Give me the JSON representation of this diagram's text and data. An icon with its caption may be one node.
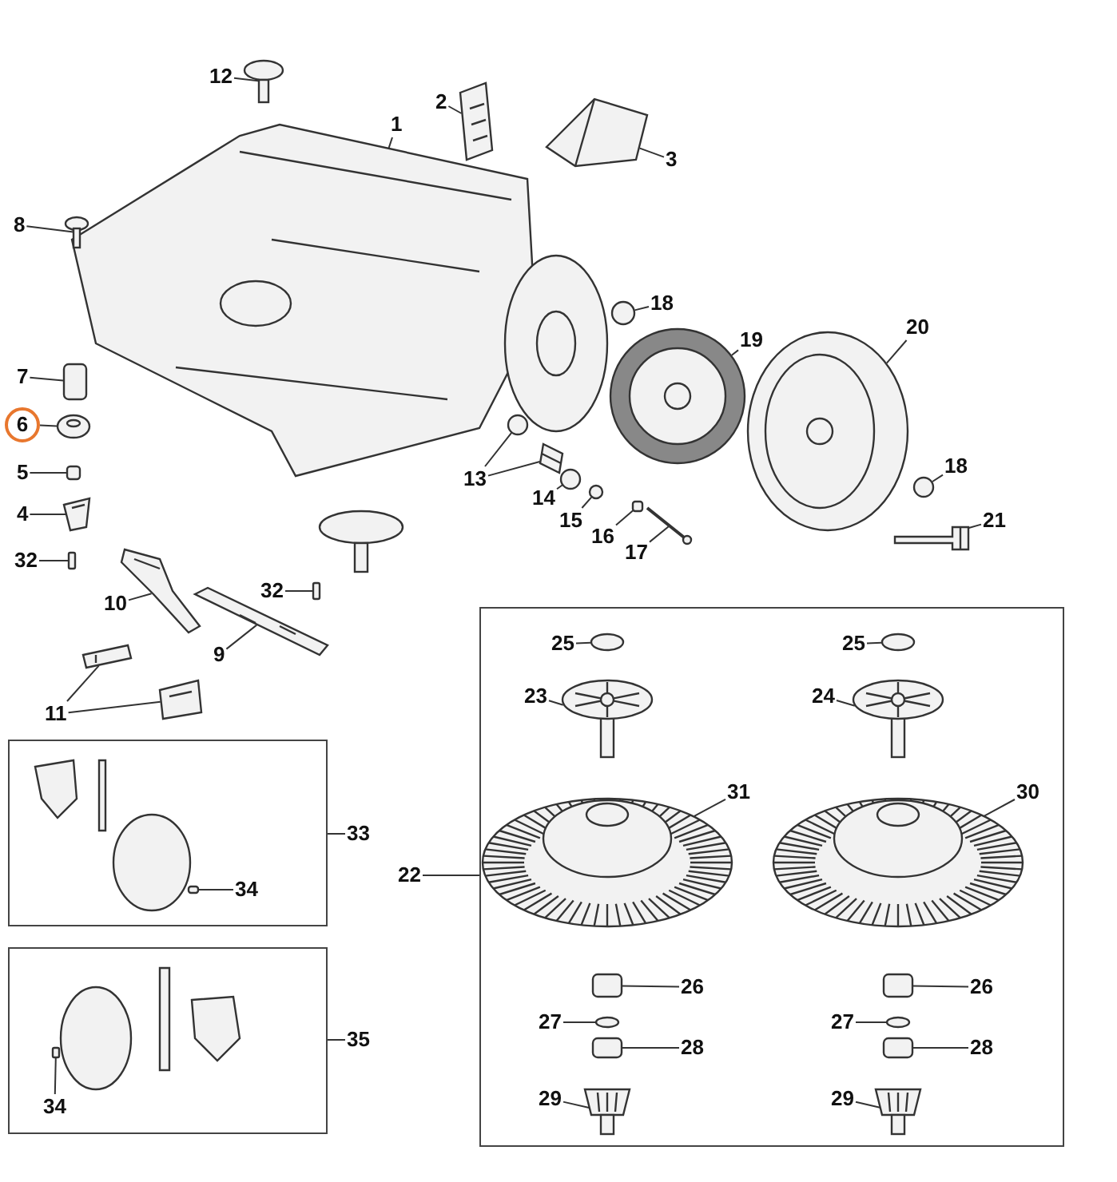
{
  "diagram": {
    "nodes": [
      {
        "text": [
          "12"
        ]
      },
      {
        "text": [
          "2"
        ]
      },
      {
        "text": [
          "3"
        ]
      },
      {
        "text": [
          "1"
        ]
      },
      {
        "text": [
          "8"
        ]
      },
      {
        "text": [
          "18"
        ]
      },
      {
        "text": [
          "19"
        ]
      },
      {
        "text": [
          "20"
        ]
      },
      {
        "text": [
          "7"
        ]
      },
      {
        "text": [
          "6"
        ]
      },
      {
        "text": [
          "5"
        ]
      },
      {
        "text": [
          "13"
        ]
      },
      {
        "text": [
          "14"
        ]
      },
      {
        "text": [
          "15"
        ]
      },
      {
        "text": [
          "18"
        ]
      },
      {
        "text": [
          "21"
        ]
      },
      {
        "text": [
          "4"
        ]
      },
      {
        "text": [
          "16"
        ]
      },
      {
        "text": [
          "17"
        ]
      },
      {
        "text": [
          "32"
        ]
      },
      {
        "text": [
          "32"
        ]
      },
      {
        "text": [
          "10"
        ]
      },
      {
        "text": [
          "9"
        ]
      },
      {
        "text": [
          "11"
        ]
      },
      {
        "text": [],
        "shape": "box"
      },
      {
        "text": [
          "25"
        ],
        "in": 24
      },
      {
        "text": [
          "25"
        ],
        "in": 24
      },
      {
        "text": [
          "23"
        ],
        "in": 24
      },
      {
        "text": [
          "24"
        ],
        "in": 24
      },
      {
        "text": [
          "31"
        ],
        "in": 24
      },
      {
        "text": [
          "30"
        ],
        "in": 24
      },
      {
        "text": [
          "26"
        ],
        "in": 24
      },
      {
        "text": [
          "26"
        ],
        "in": 24
      },
      {
        "text": [
          "27"
        ],
        "in": 24
      },
      {
        "text": [
          "27"
        ],
        "in": 24
      },
      {
        "text": [
          "28"
        ],
        "in": 24
      },
      {
        "text": [
          "28"
        ],
        "in": 24
      },
      {
        "text": [
          "29"
        ],
        "in": 24
      },
      {
        "text": [
          "29"
        ],
        "in": 24
      },
      {
        "text": [],
        "shape": "box"
      },
      {
        "text": [
          "34"
        ],
        "in": 39
      },
      {
        "text": [],
        "shape": "box"
      },
      {
        "text": [
          "34"
        ],
        "in": 41
      },
      {
        "text": [
          "33"
        ]
      },
      {
        "text": [
          "35"
        ]
      },
      {
        "text": [
          "22"
        ]
      },
      {
        "text": [],
        "shape": "picture"
      },
      {
        "text": [],
        "shape": "picture"
      },
      {
        "text": [],
        "shape": "picture"
      },
      {
        "text": [],
        "shape": "picture"
      },
      {
        "text": [],
        "shape": "picture"
      },
      {
        "text": [],
        "shape": "circle"
      },
      {
        "text": [],
        "shape": "picture"
      },
      {
        "text": [],
        "shape": "picture"
      },
      {
        "text": [],
        "shape": "box"
      },
      {
        "text": [],
        "shape": "picture"
      },
      {
        "text": [],
        "shape": "box"
      },
      {
        "text": [],
        "shape": "circle"
      },
      {
        "text": [],
        "shape": "picture"
      },
      {
        "text": [],
        "shape": "circle"
      },
      {
        "text": [],
        "shape": "circle"
      },
      {
        "text": [],
        "shape": "circle"
      },
      {
        "text": [],
        "shape": "picture"
      },
      {
        "text": [],
        "shape": "picture"
      },
      {
        "text": [],
        "shape": "box"
      },
      {
        "text": [],
        "shape": "picture"
      },
      {
        "text": [],
        "shape": "box"
      },
      {
        "text": [],
        "shape": "box"
      },
      {
        "text": [],
        "shape": "picture"
      },
      {
        "text": [],
        "shape": "picture"
      },
      {
        "text": [],
        "shape": "picture"
      },
      {
        "text": [],
        "shape": "picture"
      },
      {
        "text": [],
        "shape": "circle",
        "in": 24
      },
      {
        "text": [],
        "shape": "circle",
        "in": 24
      },
      {
        "text": [],
        "shape": "picture",
        "in": 24
      },
      {
        "text": [],
        "shape": "picture",
        "in": 24
      },
      {
        "text": [],
        "shape": "picture",
        "in": 24
      },
      {
        "text": [],
        "shape": "picture",
        "in": 24
      },
      {
        "text": [],
        "shape": "box",
        "in": 24
      },
      {
        "text": [],
        "shape": "box",
        "in": 24
      },
      {
        "text": [],
        "shape": "circle",
        "in": 24
      },
      {
        "text": [],
        "shape": "circle",
        "in": 24
      },
      {
        "text": [],
        "shape": "box",
        "in": 24
      },
      {
        "text": [],
        "shape": "box",
        "in": 24
      },
      {
        "text": [],
        "shape": "picture",
        "in": 24
      },
      {
        "text": [],
        "shape": "picture",
        "in": 24
      },
      {
        "text": [],
        "shape": "box",
        "in": 39
      },
      {
        "text": [],
        "shape": "box",
        "in": 41
      }
    ],
    "edges": [
      {
        "from": 0,
        "to": 46,
        "arrow": "none"
      },
      {
        "from": 1,
        "to": 47,
        "arrow": "none"
      },
      {
        "from": 2,
        "to": 48,
        "arrow": "none"
      },
      {
        "from": 3,
        "to": 49,
        "arrow": "none"
      },
      {
        "from": 4,
        "to": 50,
        "arrow": "none"
      },
      {
        "from": 5,
        "to": 51,
        "arrow": "none"
      },
      {
        "from": 6,
        "to": 52,
        "arrow": "none"
      },
      {
        "from": 7,
        "to": 53,
        "arrow": "none"
      },
      {
        "from": 8,
        "to": 54,
        "arrow": "none"
      },
      {
        "from": 9,
        "to": 55,
        "arrow": "none"
      },
      {
        "from": 10,
        "to": 56,
        "arrow": "none"
      },
      {
        "from": 11,
        "to": 57,
        "arrow": "none"
      },
      {
        "from": 11,
        "to": 58,
        "arrow": "none"
      },
      {
        "from": 12,
        "to": 59,
        "arrow": "none"
      },
      {
        "from": 13,
        "to": 60,
        "arrow": "none"
      },
      {
        "from": 14,
        "to": 61,
        "arrow": "none"
      },
      {
        "from": 15,
        "to": 62,
        "arrow": "none"
      },
      {
        "from": 16,
        "to": 63,
        "arrow": "none"
      },
      {
        "from": 17,
        "to": 64,
        "arrow": "none"
      },
      {
        "from": 18,
        "to": 65,
        "arrow": "none"
      },
      {
        "from": 19,
        "to": 66,
        "arrow": "none"
      },
      {
        "from": 20,
        "to": 67,
        "arrow": "none"
      },
      {
        "from": 21,
        "to": 68,
        "arrow": "none"
      },
      {
        "from": 22,
        "to": 69,
        "arrow": "none"
      },
      {
        "from": 23,
        "to": 70,
        "arrow": "none"
      },
      {
        "from": 23,
        "to": 71,
        "arrow": "none"
      },
      {
        "from": 25,
        "to": 72,
        "arrow": "none"
      },
      {
        "from": 26,
        "to": 73,
        "arrow": "none"
      },
      {
        "from": 27,
        "to": 74,
        "arrow": "none"
      },
      {
        "from": 28,
        "to": 75,
        "arrow": "none"
      },
      {
        "from": 29,
        "to": 76,
        "arrow": "none"
      },
      {
        "from": 30,
        "to": 77,
        "arrow": "none"
      },
      {
        "from": 31,
        "to": 78,
        "arrow": "none"
      },
      {
        "from": 32,
        "to": 79,
        "arrow": "none"
      },
      {
        "from": 33,
        "to": 80,
        "arrow": "none"
      },
      {
        "from": 34,
        "to": 81,
        "arrow": "none"
      },
      {
        "from": 35,
        "to": 82,
        "arrow": "none"
      },
      {
        "from": 36,
        "to": 83,
        "arrow": "none"
      },
      {
        "from": 37,
        "to": 84,
        "arrow": "none"
      },
      {
        "from": 38,
        "to": 85,
        "arrow": "none"
      },
      {
        "from": 40,
        "to": 86,
        "arrow": "none"
      },
      {
        "from": 42,
        "to": 87,
        "arrow": "none"
      },
      {
        "from": 43,
        "to": 39,
        "arrow": "none"
      },
      {
        "from": 44,
        "to": 41,
        "arrow": "none"
      },
      {
        "from": 45,
        "to": 24,
        "arrow": "none"
      }
    ]
  }
}
